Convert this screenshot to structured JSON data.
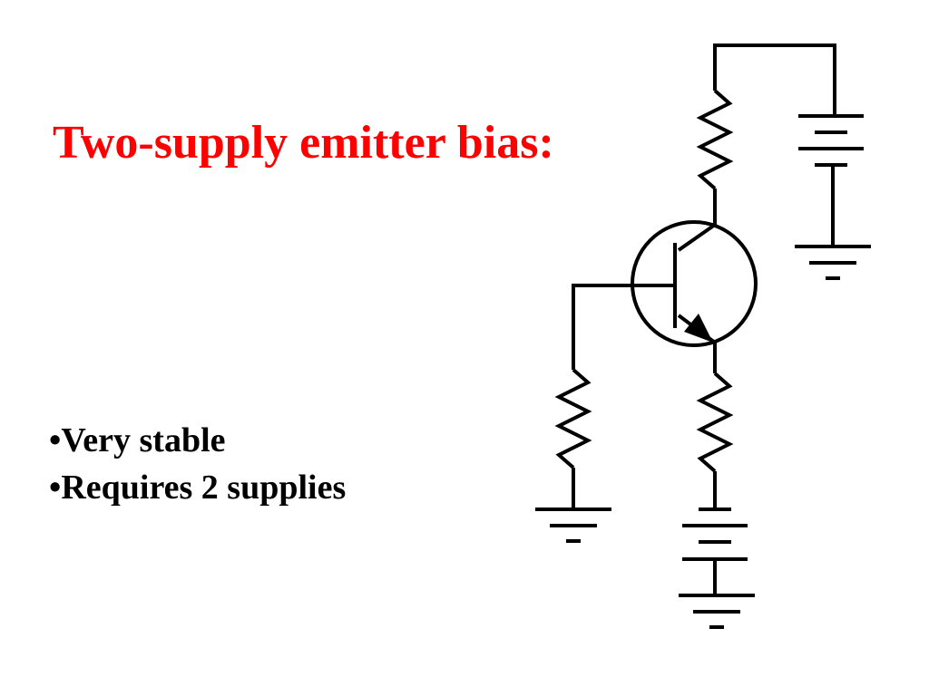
{
  "slide": {
    "title": "Two-supply emitter bias:",
    "bullets": [
      "Very stable",
      "Requires 2 supplies"
    ]
  },
  "colors": {
    "title": "#ff0000",
    "text": "#000000",
    "background": "#ffffff",
    "circuit_stroke": "#000000"
  },
  "diagram": {
    "type": "schematic",
    "components": [
      "npn-transistor",
      "collector-resistor",
      "emitter-resistor",
      "base-resistor",
      "collector-supply-battery",
      "emitter-supply-battery",
      "ground-symbols"
    ]
  }
}
